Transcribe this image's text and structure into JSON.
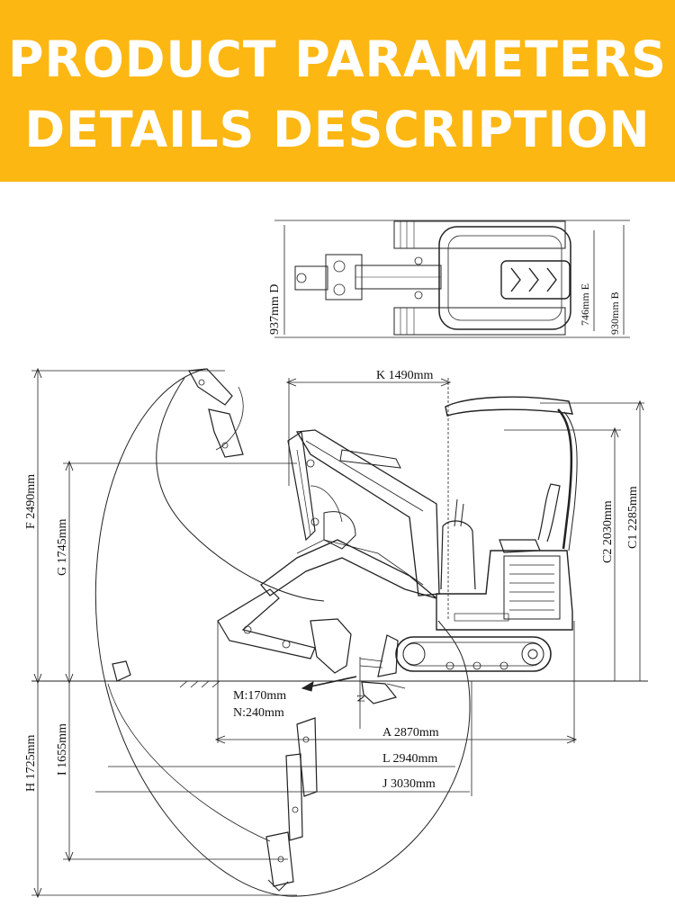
{
  "header": {
    "title_line1": "PRODUCT PARAMETERS",
    "title_line2": "DETAILS DESCRIPTION",
    "background_color": "#fdb713",
    "text_color": "#ffffff"
  },
  "dimensions": {
    "D": "937mm D",
    "E": "746mm E",
    "B": "930mm B",
    "K": "K 1490mm",
    "F": "F 2490mm",
    "G": "G 1745mm",
    "C2": "C2 2030mm",
    "C1": "C1 2285mm",
    "M": "M:170mm",
    "N": "N:240mm",
    "N_marker": "N",
    "A": "A 2870mm",
    "L": "L 2940mm",
    "J": "J 3030mm",
    "H": "H 1725mm",
    "I": "I 1655mm"
  }
}
